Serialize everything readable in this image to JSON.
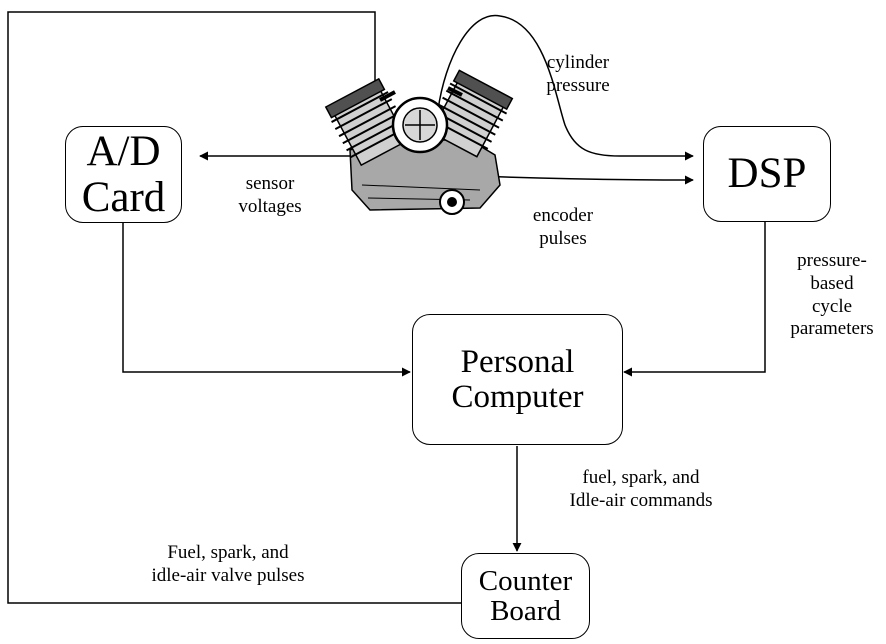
{
  "boxes": {
    "ad_card": [
      "A/D",
      "Card"
    ],
    "dsp": "DSP",
    "pc": [
      "Personal",
      "Computer"
    ],
    "counter": [
      "Counter",
      "Board"
    ]
  },
  "labels": {
    "cylinder_pressure": [
      "cylinder",
      "pressure"
    ],
    "sensor_voltages": [
      "sensor",
      "voltages"
    ],
    "encoder_pulses": [
      "encoder",
      "pulses"
    ],
    "pressure_params": [
      "pressure-",
      "based",
      "cycle",
      "parameters"
    ],
    "commands": [
      "fuel, spark, and",
      "Idle-air commands"
    ],
    "valve_pulses": [
      "Fuel, spark, and",
      "idle-air valve pulses"
    ]
  },
  "icons": {
    "engine": "v-twin-engine-icon"
  },
  "colors": {
    "line": "#000000",
    "background": "#ffffff"
  }
}
